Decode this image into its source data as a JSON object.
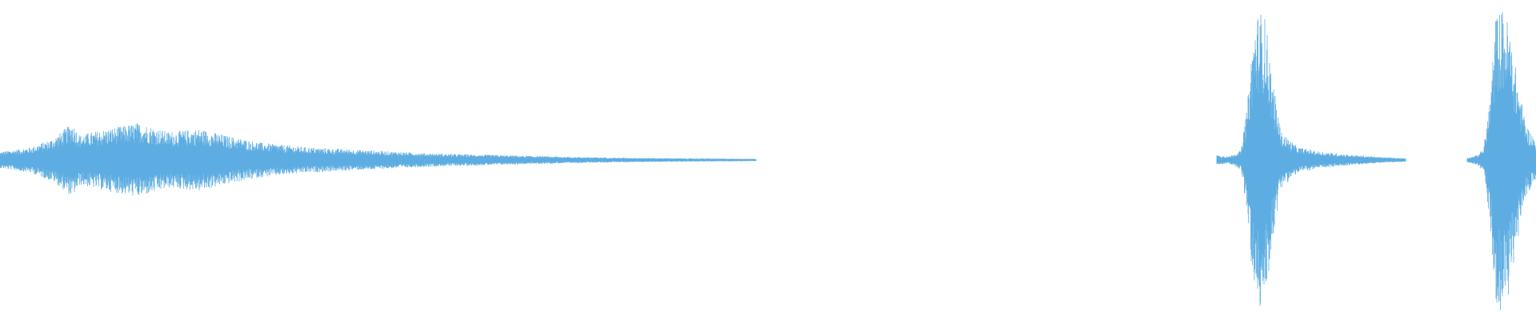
{
  "waveform": {
    "color": "#5DADE2",
    "background": "#FFFFFF",
    "segments": [
      {
        "name": "decaying-noise",
        "start": 0.0,
        "end": 0.492,
        "envelope": [
          [
            0.0,
            0.05
          ],
          [
            0.02,
            0.08
          ],
          [
            0.035,
            0.14
          ],
          [
            0.047,
            0.24
          ],
          [
            0.052,
            0.16
          ],
          [
            0.065,
            0.19
          ],
          [
            0.09,
            0.24
          ],
          [
            0.11,
            0.18
          ],
          [
            0.13,
            0.2
          ],
          [
            0.15,
            0.15
          ],
          [
            0.17,
            0.11
          ],
          [
            0.2,
            0.08
          ],
          [
            0.24,
            0.06
          ],
          [
            0.28,
            0.04
          ],
          [
            0.32,
            0.03
          ],
          [
            0.36,
            0.02
          ],
          [
            0.4,
            0.012
          ],
          [
            0.44,
            0.008
          ],
          [
            0.492,
            0.004
          ]
        ]
      },
      {
        "name": "burst-1",
        "start": 0.792,
        "end": 0.915,
        "envelope": [
          [
            0.792,
            0.03
          ],
          [
            0.8,
            0.02
          ],
          [
            0.808,
            0.06
          ],
          [
            0.812,
            0.35
          ],
          [
            0.816,
            0.85
          ],
          [
            0.82,
            0.98
          ],
          [
            0.824,
            0.92
          ],
          [
            0.828,
            0.55
          ],
          [
            0.834,
            0.18
          ],
          [
            0.845,
            0.08
          ],
          [
            0.86,
            0.05
          ],
          [
            0.88,
            0.03
          ],
          [
            0.9,
            0.015
          ],
          [
            0.915,
            0.008
          ]
        ]
      },
      {
        "name": "burst-2",
        "start": 0.955,
        "end": 1.0,
        "envelope": [
          [
            0.955,
            0.01
          ],
          [
            0.962,
            0.03
          ],
          [
            0.966,
            0.08
          ],
          [
            0.97,
            0.4
          ],
          [
            0.974,
            0.96
          ],
          [
            0.978,
            0.98
          ],
          [
            0.982,
            0.9
          ],
          [
            0.986,
            0.65
          ],
          [
            0.99,
            0.4
          ],
          [
            0.994,
            0.22
          ],
          [
            1.0,
            0.12
          ]
        ]
      }
    ]
  }
}
